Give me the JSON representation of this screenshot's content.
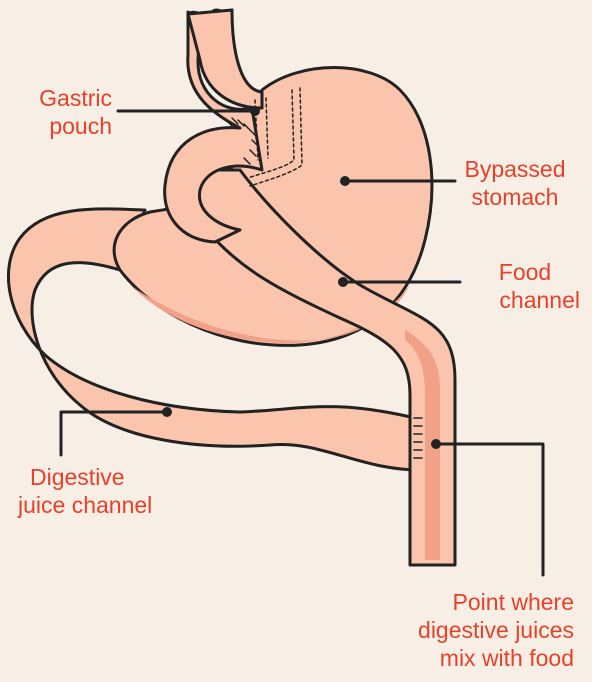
{
  "diagram": {
    "colors": {
      "background": "#f7efe5",
      "organ_fill": "#fbc5ad",
      "organ_shadow": "#f1a188",
      "outline": "#222222",
      "label_text": "#e5412b"
    },
    "labels": {
      "gastric_pouch": [
        "Gastric",
        "pouch"
      ],
      "bypassed_stomach": [
        "Bypassed",
        "stomach"
      ],
      "food_channel": [
        "Food",
        "channel"
      ],
      "digestive_juice_channel": [
        "Digestive",
        "juice channel"
      ],
      "mix_point": [
        "Point where",
        "digestive juices",
        "mix with food"
      ]
    }
  }
}
